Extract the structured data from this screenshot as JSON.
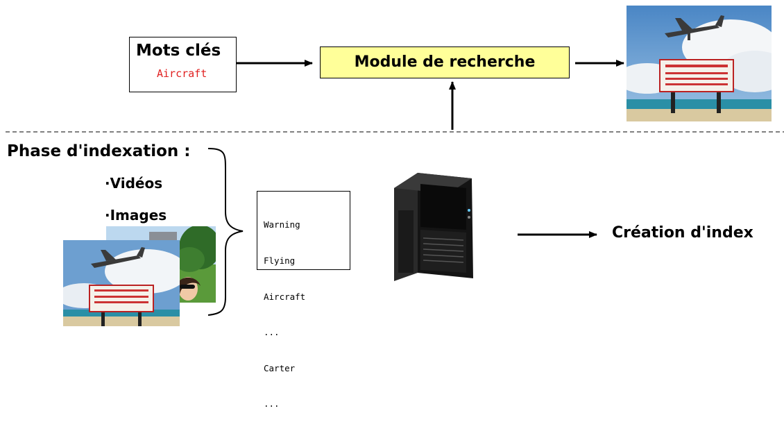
{
  "search_phase": {
    "keywords_title": "Mots clés",
    "keyword_value": "Aircraft",
    "module_label": "Module de recherche"
  },
  "indexing_phase": {
    "title": "Phase d'indexation :",
    "bullets": [
      "·Vidéos",
      "·Images"
    ],
    "index_terms": [
      "Warning",
      "Flying",
      "Aircraft",
      "...",
      "Carter",
      "..."
    ],
    "output_label": "Création d'index"
  },
  "colors": {
    "module_fill": "#ffff99",
    "keyword_text": "#e02020"
  }
}
